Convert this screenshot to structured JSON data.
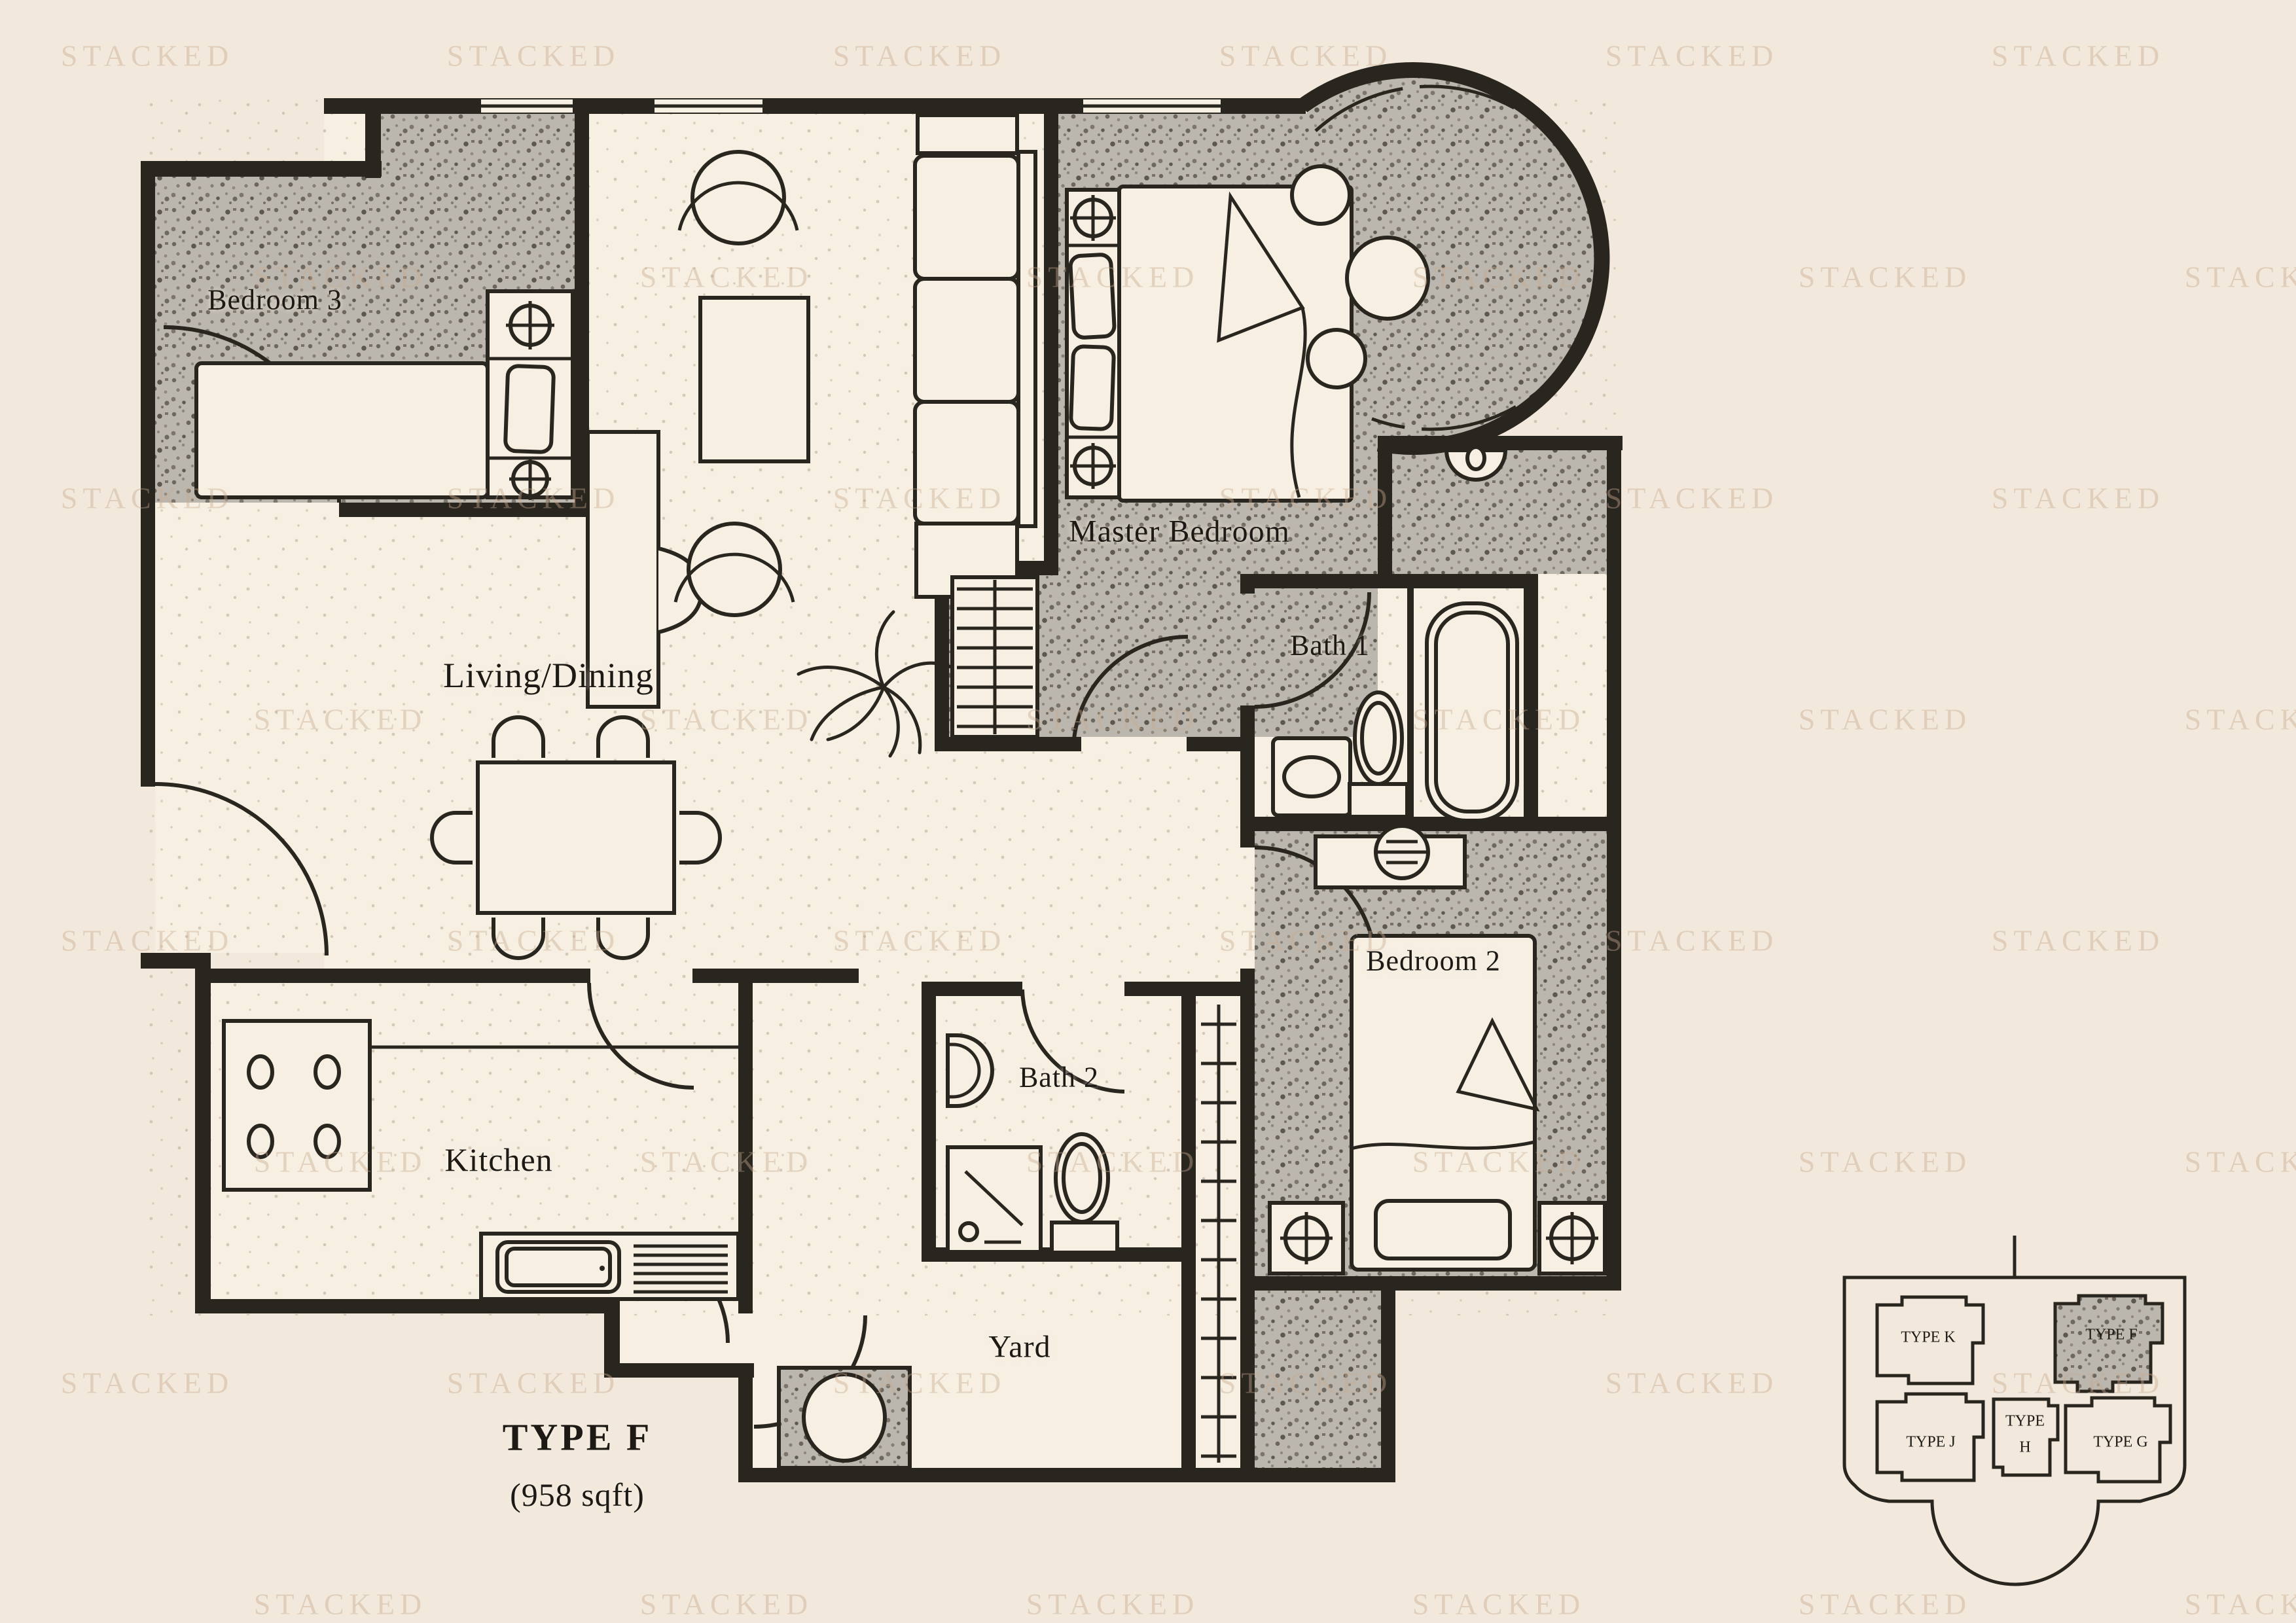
{
  "title": {
    "type": "TYPE F",
    "area": "(958 sqft)"
  },
  "rooms": {
    "bedroom3": "Bedroom 3",
    "master_bedroom": "Master Bedroom",
    "living_dining": "Living/Dining",
    "bath1": "Bath 1",
    "bedroom2": "Bedroom 2",
    "bath2": "Bath 2",
    "kitchen": "Kitchen",
    "yard": "Yard"
  },
  "keyplan": {
    "type_k": "TYPE K",
    "type_f": "TYPE F",
    "type_j": "TYPE J",
    "type_h_line1": "TYPE",
    "type_h_line2": "H",
    "type_g": "TYPE G"
  },
  "watermark": {
    "text": "STACKED"
  },
  "symbols": [
    "bed",
    "wardrobe",
    "sofa",
    "armchair",
    "coffee-table",
    "tv-console",
    "dining-table",
    "plant",
    "round-table",
    "balcony-chair",
    "bathtub",
    "toilet",
    "wash-basin",
    "shower",
    "stove",
    "kitchen-sink",
    "dresser",
    "bedside-lamp",
    "service-ladder",
    "shaft",
    "door-swing",
    "window"
  ],
  "colors": {
    "paper": "#f2e9dc",
    "floor": "#f6efe2",
    "wall": "#29251f",
    "ink": "#1d1a16",
    "hatch_base": "#bcb7ae",
    "watermark": "#c8ab8f"
  }
}
